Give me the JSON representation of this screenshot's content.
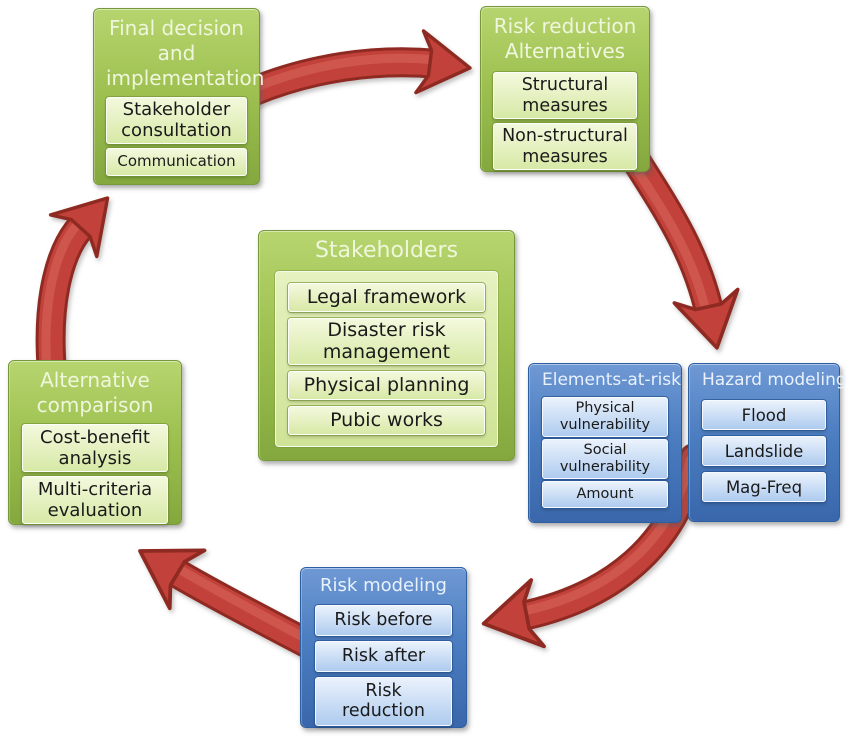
{
  "palette": {
    "bg": "#ffffff",
    "green-light": "#b7d56f",
    "green-main": "#9dc050",
    "green-dark": "#84a83e",
    "green-border": "#76983a",
    "green-title-text": "#eff6dc",
    "green-sub-top": "#f3f9dd",
    "green-sub-bottom": "#d7e9a6",
    "green-panel-top": "#e6f2c0",
    "green-panel-bottom": "#cfe396",
    "blue-light": "#6f99d4",
    "blue-main": "#4a7cc0",
    "blue-dark": "#3a67ab",
    "blue-border": "#2d5fa0",
    "blue-title-text": "#e9f1fc",
    "blue-sub-top": "#eaf2fc",
    "blue-sub-bottom": "#aecbef",
    "arrow-main": "#c2423a",
    "arrow-dark": "#8f2b23",
    "arrow-light": "#d96a5e",
    "sub-text": "#1a1a1a"
  },
  "diagram": {
    "boxes": {
      "final_decision": {
        "title": "Final decision and implementation",
        "items": [
          "Stakeholder consultation",
          "Communication"
        ]
      },
      "risk_reduction": {
        "title": "Risk reduction Alternatives",
        "items": [
          "Structural measures",
          "Non-structural measures"
        ]
      },
      "stakeholders": {
        "title": "Stakeholders",
        "items": [
          "Legal framework",
          "Disaster risk management",
          "Physical planning",
          "Pubic works"
        ]
      },
      "elements_at_risk": {
        "title": "Elements-at-risk",
        "items": [
          "Physical vulnerability",
          "Social vulnerability",
          "Amount"
        ]
      },
      "hazard_modeling": {
        "title": "Hazard modeling",
        "items": [
          "Flood",
          "Landslide",
          "Mag-Freq"
        ]
      },
      "risk_modeling": {
        "title": "Risk modeling",
        "items": [
          "Risk before",
          "Risk after",
          "Risk reduction"
        ]
      },
      "alternative_comparison": {
        "title": "Alternative comparison",
        "items": [
          "Cost-benefit analysis",
          "Multi-criteria evaluation"
        ]
      }
    },
    "arrows": [
      {
        "from": "final_decision",
        "to": "risk_reduction",
        "direction": "right"
      },
      {
        "from": "risk_reduction",
        "to": "hazard_modeling",
        "direction": "down"
      },
      {
        "from": "hazard_modeling",
        "to": "risk_modeling",
        "direction": "left"
      },
      {
        "from": "risk_modeling",
        "to": "alternative_comparison",
        "direction": "up-left"
      },
      {
        "from": "alternative_comparison",
        "to": "final_decision",
        "direction": "up"
      }
    ]
  }
}
